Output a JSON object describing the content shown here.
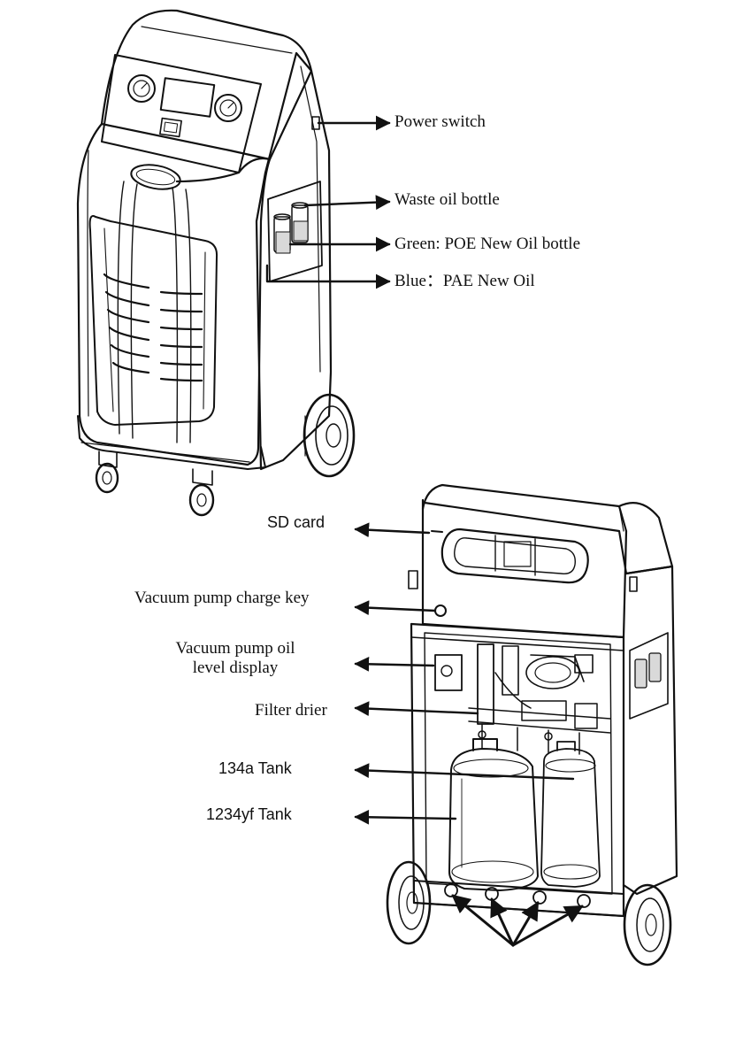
{
  "front_view": {
    "labels": {
      "power_switch": "Power switch",
      "waste_oil_bottle": "Waste oil bottle",
      "poe_new_oil_bottle": "Green: POE New Oil bottle",
      "pae_new_oil": "Blue：PAE New Oil"
    }
  },
  "rear_view": {
    "labels": {
      "sd_card": "SD card",
      "vacuum_pump_charge_key": "Vacuum pump charge key",
      "vacuum_pump_oil_level_line1": "Vacuum pump oil",
      "vacuum_pump_oil_level_line2": "level display",
      "filter_drier": "Filter drier",
      "tank_134a": "134a Tank",
      "tank_1234yf": "1234yf Tank"
    }
  },
  "colors": {
    "ink": "#111111",
    "background": "#ffffff",
    "shade": "#d9d9d9"
  }
}
